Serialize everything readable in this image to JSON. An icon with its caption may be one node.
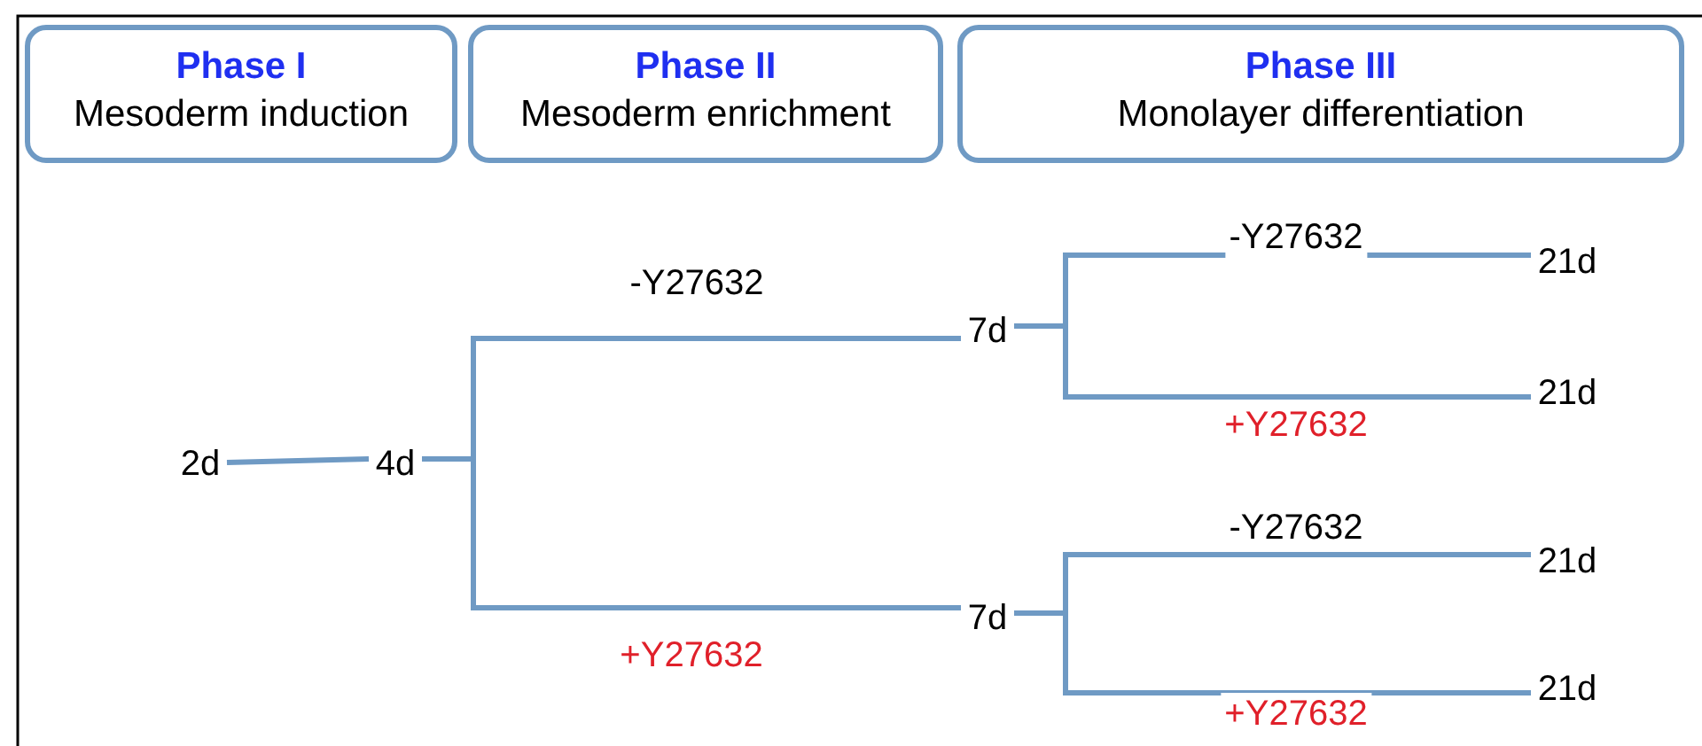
{
  "diagram": {
    "nodes": [
      {
        "text": [
          "Phase I",
          "Mesoderm induction"
        ]
      },
      {
        "text": [
          "Phase II",
          "Mesoderm enrichment"
        ]
      },
      {
        "text": [
          "Phase III",
          "Monolayer differentiation"
        ]
      },
      {
        "text": [
          "2d"
        ]
      },
      {
        "text": [
          "4d"
        ]
      },
      {
        "text": [
          "7d"
        ]
      },
      {
        "text": [
          "7d"
        ]
      },
      {
        "text": [
          "21d"
        ]
      },
      {
        "text": [
          "21d"
        ]
      },
      {
        "text": [
          "21d"
        ]
      },
      {
        "text": [
          "21d"
        ]
      }
    ],
    "edges": [
      {
        "from": 3,
        "to": 4,
        "arrow": "none"
      },
      {
        "from": 4,
        "to": 5,
        "arrow": "none",
        "label": "-Y27632"
      },
      {
        "from": 4,
        "to": 6,
        "arrow": "none",
        "label": "+Y27632"
      },
      {
        "from": 5,
        "to": 7,
        "arrow": "none",
        "label": "-Y27632"
      },
      {
        "from": 5,
        "to": 8,
        "arrow": "none",
        "label": "+Y27632"
      },
      {
        "from": 6,
        "to": 9,
        "arrow": "none",
        "label": "-Y27632"
      },
      {
        "from": 6,
        "to": 10,
        "arrow": "none",
        "label": "+Y27632"
      }
    ]
  }
}
